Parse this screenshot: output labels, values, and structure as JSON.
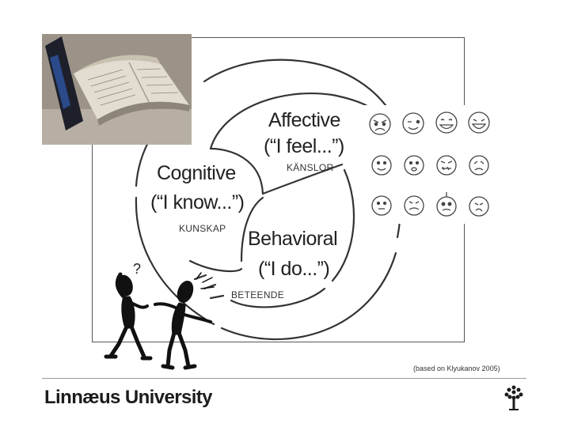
{
  "diagram": {
    "components": [
      {
        "id": "affective",
        "title": "Affective",
        "quote": "(“I feel...”)",
        "swedish": "KÄNSLOR"
      },
      {
        "id": "cognitive",
        "title": "Cognitive",
        "quote": "(“I know...”)",
        "swedish": "KUNSKAP"
      },
      {
        "id": "behavioral",
        "title": "Behavioral",
        "quote": "(“I do...”)",
        "swedish": "BETEENDE"
      }
    ]
  },
  "citation": "(based on Klyukanov 2005)",
  "footer": {
    "university": "Linnæus University"
  },
  "figures": {
    "question_mark": "?"
  },
  "images": {
    "book": "open-dictionary-photo",
    "emotions": "emotion-faces-grid",
    "people": "two-cartoon-figures",
    "logo": "tree-logo"
  }
}
